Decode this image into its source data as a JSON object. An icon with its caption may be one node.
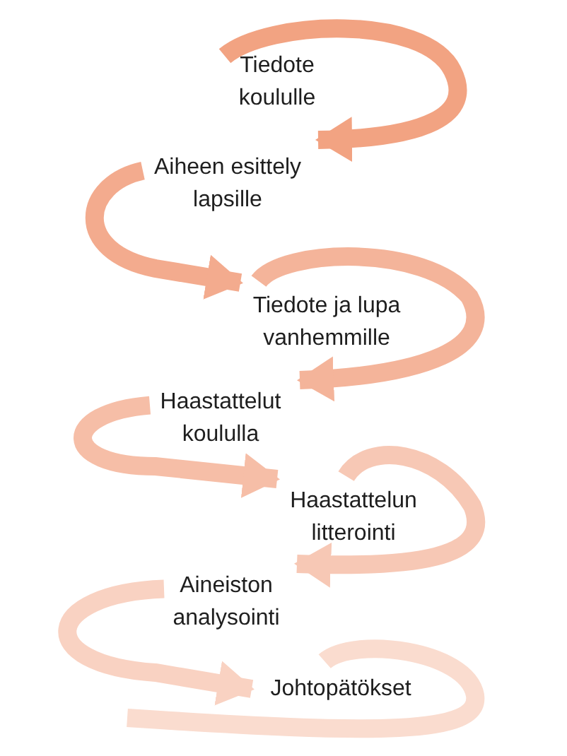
{
  "diagram": {
    "nodes": [
      {
        "text": [
          "Tiedote koululle"
        ]
      },
      {
        "text": [
          "Aiheen esittely lapsille"
        ]
      },
      {
        "text": [
          "Tiedote ja lupa vanhemmille"
        ]
      },
      {
        "text": [
          "Haastattelut koululla"
        ]
      },
      {
        "text": [
          "Haastattelun litterointi"
        ]
      },
      {
        "text": [
          "Aineiston analysointi"
        ]
      },
      {
        "text": [
          "Johtopätökset"
        ]
      }
    ],
    "edges": [
      {
        "from": 0,
        "to": 1,
        "arrow": "to",
        "color": "#f2a382"
      },
      {
        "from": 1,
        "to": 2,
        "arrow": "to",
        "color": "#f3ab8e"
      },
      {
        "from": 2,
        "to": 3,
        "arrow": "to",
        "color": "#f4b49a"
      },
      {
        "from": 3,
        "to": 4,
        "arrow": "to",
        "color": "#f6bea7"
      },
      {
        "from": 4,
        "to": 5,
        "arrow": "to",
        "color": "#f7c8b5"
      },
      {
        "from": 5,
        "to": 6,
        "arrow": "to",
        "color": "#f9d2c2"
      },
      {
        "from": 6,
        "to": null,
        "arrow": "none",
        "color": "#fadccf"
      }
    ]
  }
}
